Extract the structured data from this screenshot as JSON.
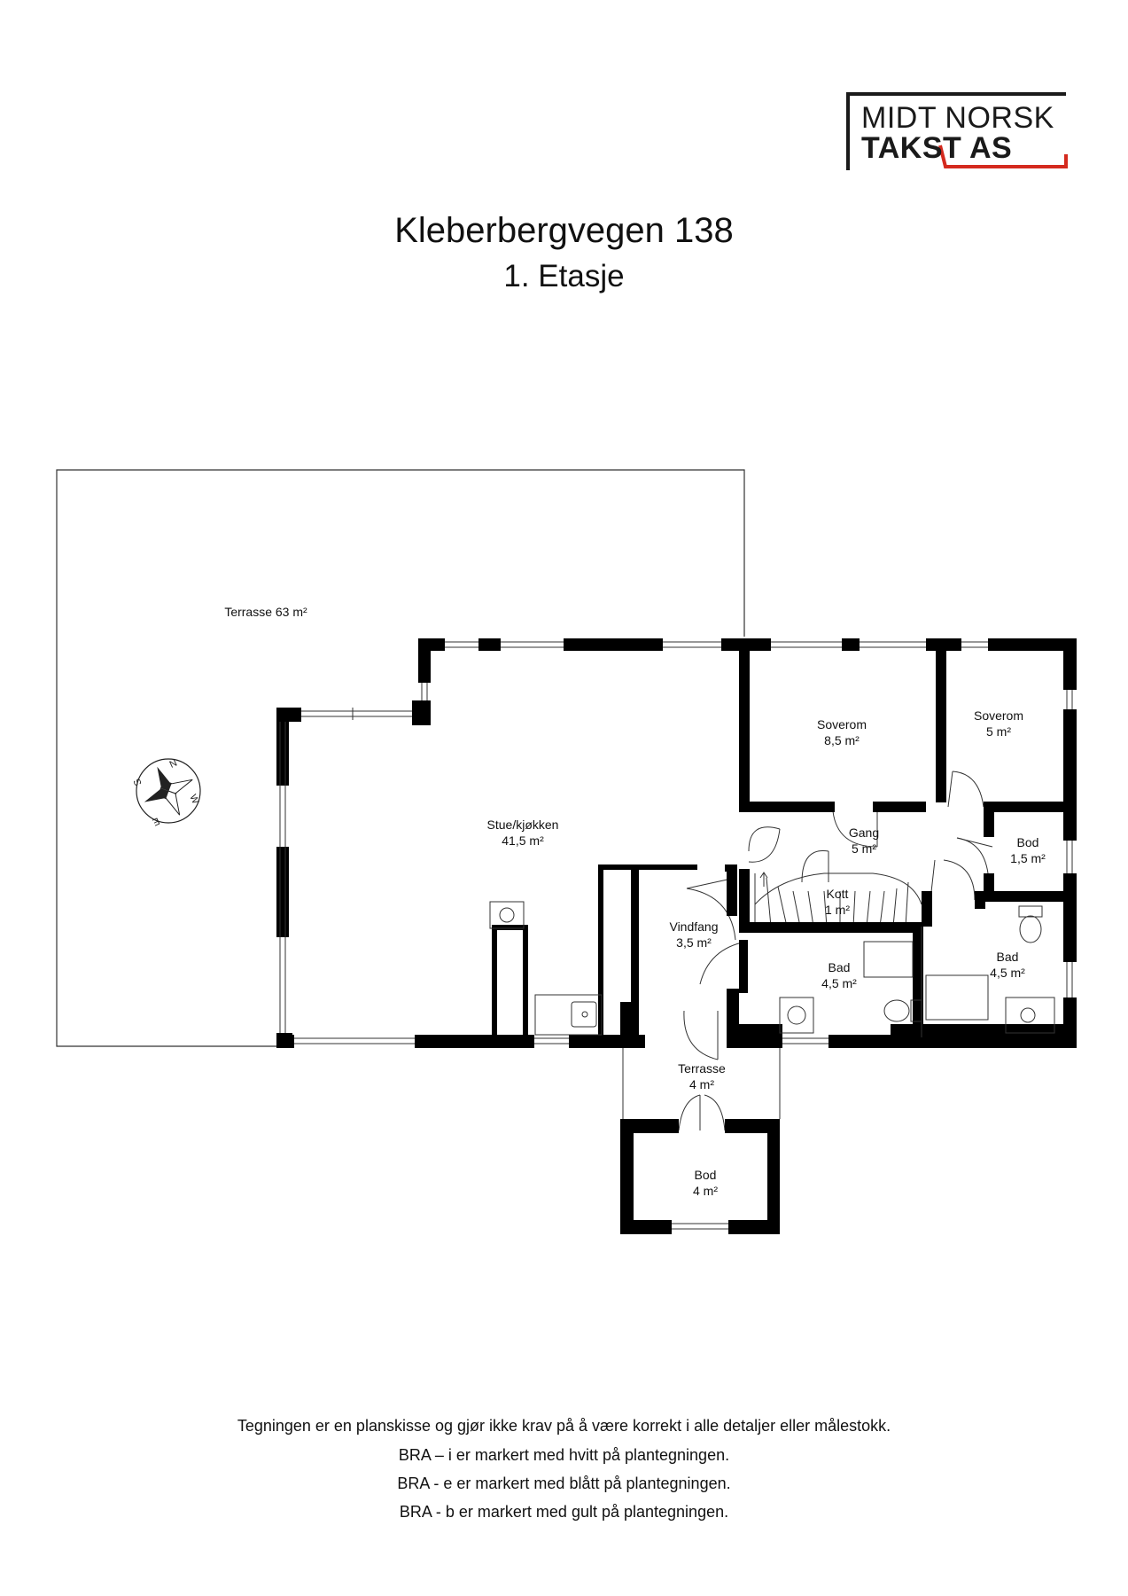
{
  "logo": {
    "line1": "MIDT NORSK",
    "line2": "TAKST AS",
    "accent_color": "#d42a1e"
  },
  "header": {
    "title": "Kleberbergvegen 138",
    "subtitle": "1. Etasje"
  },
  "rooms": {
    "terrasse_big": {
      "name": "Terrasse 63 m²"
    },
    "stue": {
      "name": "Stue/kjøkken",
      "area": "41,5 m²"
    },
    "soverom1": {
      "name": "Soverom",
      "area": "8,5 m²"
    },
    "soverom2": {
      "name": "Soverom",
      "area": "5 m²"
    },
    "gang": {
      "name": "Gang",
      "area": "5 m²"
    },
    "bod1": {
      "name": "Bod",
      "area": "1,5 m²"
    },
    "kott": {
      "name": "Kott",
      "area": "1 m²"
    },
    "vindfang": {
      "name": "Vindfang",
      "area": "3,5 m²"
    },
    "bad1": {
      "name": "Bad",
      "area": "4,5 m²"
    },
    "bad2": {
      "name": "Bad",
      "area": "4,5 m²"
    },
    "terrasse_small": {
      "name": "Terrasse",
      "area": "4 m²"
    },
    "bod2": {
      "name": "Bod",
      "area": "4 m²"
    }
  },
  "compass": {
    "letters": [
      "N",
      "W",
      "S",
      "E"
    ]
  },
  "footer": {
    "line1": "Tegningen er en planskisse og gjør ikke krav på å være korrekt i alle detaljer eller målestokk.",
    "line2": "BRA – i er markert med hvitt på plantegningen.",
    "line3": "BRA - e er markert med blått på plantegningen.",
    "line4": "BRA - b er markert med gult på plantegningen."
  }
}
